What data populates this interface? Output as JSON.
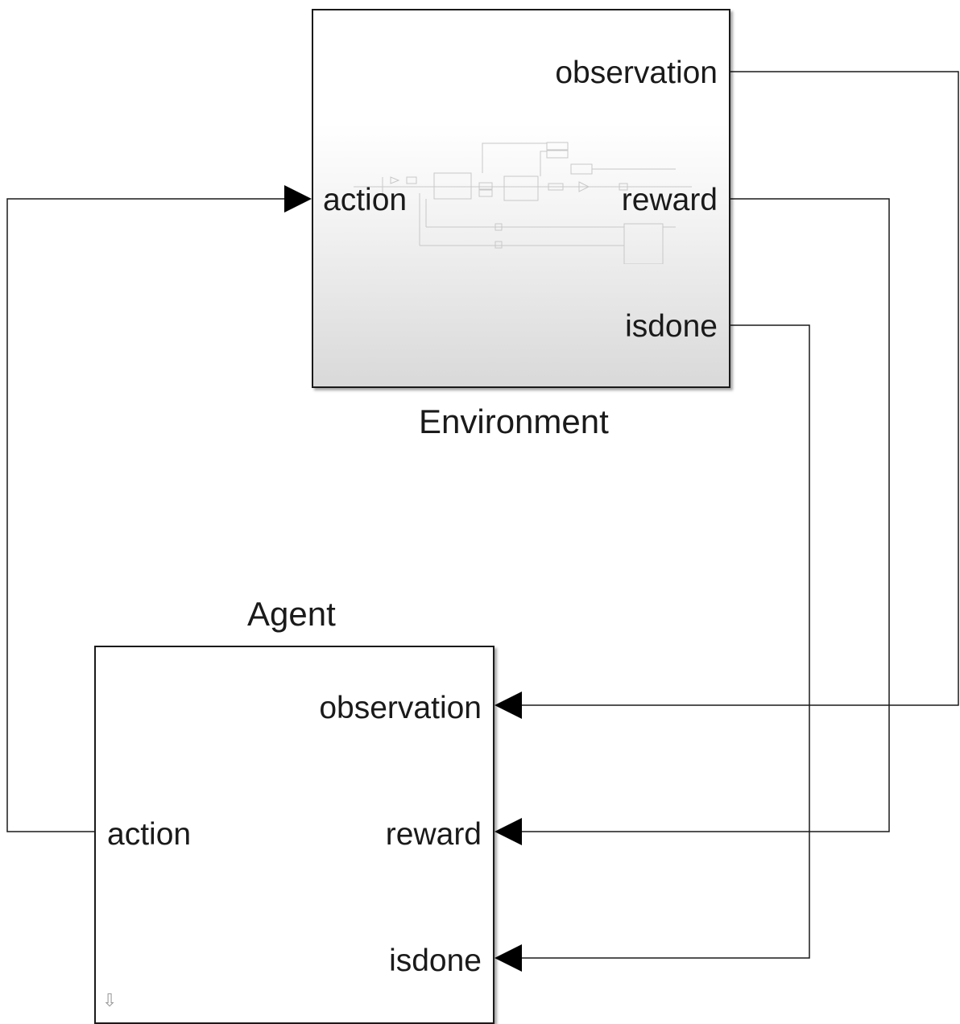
{
  "environment": {
    "title": "Environment",
    "ports": {
      "input_action": "action",
      "output_observation": "observation",
      "output_reward": "reward",
      "output_isdone": "isdone"
    }
  },
  "agent": {
    "title": "Agent",
    "ports": {
      "input_observation": "observation",
      "input_reward": "reward",
      "input_isdone": "isdone",
      "output_action": "action"
    }
  },
  "colors": {
    "line": "#1a1a1a",
    "block_border": "#1a1a1a",
    "preview": "#c8c8c8"
  },
  "icons": [
    "arrow-head-icon",
    "library-link-icon"
  ]
}
